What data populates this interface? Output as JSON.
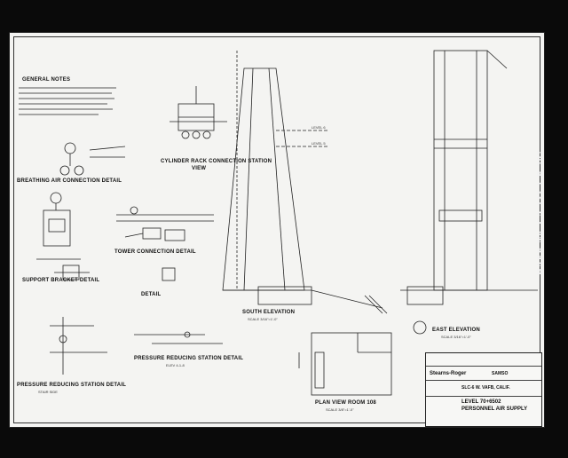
{
  "side_label": "HAER No. CA-133-1-B-207",
  "details": {
    "general_notes": "GENERAL NOTES",
    "cylinder_rack": "CYLINDER RACK CONNECTION STATION",
    "view": "VIEW",
    "breathing_air": "BREATHING AIR CONNECTION DETAIL",
    "tower_connection": "TOWER CONNECTION DETAIL",
    "support_bracket": "SUPPORT BRACKET DETAIL",
    "detail": "DETAIL",
    "pressure_reducing": "PRESSURE REDUCING STATION DETAIL",
    "pressure_reducing_sub": "STAIR SIDE",
    "pressure_reducing_2": "PRESSURE REDUCING STATION DETAIL",
    "elevation_sub": "ELEV 4-1-8",
    "south_elevation": "SOUTH ELEVATION",
    "south_scale": "SCALE 3/16\"=1'-0\"",
    "east_elevation": "EAST ELEVATION",
    "east_scale": "SCALE 3/16\"=1'-0\"",
    "plan_view": "PLAN VIEW ROOM 108",
    "plan_scale": "SCALE 3/8\"=1'-0\"",
    "level_a": "LEVEL 6",
    "level_b": "LEVEL 5"
  },
  "title_block": {
    "company": "Stearns-Roger",
    "agency": "SAMSO",
    "site": "SLC-6 W. VAFB, CALIF.",
    "level": "LEVEL 70+6502",
    "subject": "PERSONNEL AIR SUPPLY"
  }
}
